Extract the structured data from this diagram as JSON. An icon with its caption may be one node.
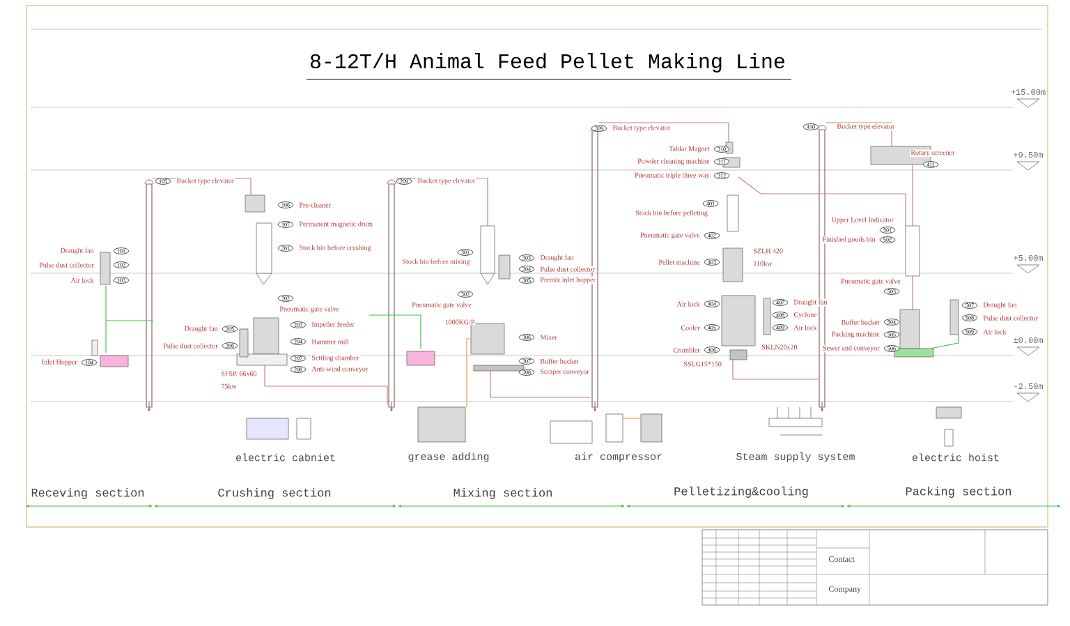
{
  "diagram": {
    "title": "8-12T/H Animal Feed Pellet Making Line",
    "labels": [
      "Draught fan",
      "101",
      "Pulse dust collector",
      "102",
      "Air lock",
      "103",
      "Inlet Hopper",
      "104",
      "105",
      "Bucket type elevator",
      "106",
      "Pre-cleaner",
      "107",
      "Permanent magnetic drum",
      "201",
      "Stock bin before crushing",
      "202",
      "Pneumatic gate valve",
      "203",
      "Impeller feeder",
      "Draught fan",
      "205",
      "204",
      "Hammer mill",
      "Pulse dust collector",
      "206",
      "207",
      "Settling chamber",
      "208",
      "Anti-wind conveyor",
      "SFSP. 66x60",
      "75kw",
      "209",
      "Bucket type elevator",
      "301",
      "Stock bin before mixing",
      "303",
      "Draught fan",
      "304",
      "Pulse dust collector",
      "305",
      "Premix inlet hopper",
      "302",
      "Pneumatic gate valve",
      "1000KG/P",
      "306",
      "Mixer",
      "307",
      "Buffer bucket",
      "308",
      "Scraper conveyor",
      "309",
      "Bucket type elevator",
      "Tablar Magnet",
      "310",
      "Powder cleaning machine",
      "311",
      "Pneumatic triple three way",
      "312",
      "401",
      "Stock bin before pelleting",
      "Pneumatic gate valve",
      "402",
      "SZLH 420",
      "Pellet machine",
      "403",
      "110kw",
      "Air lock",
      "404",
      "407",
      "Draught fan",
      "408",
      "Cyclone",
      "Cooler",
      "405",
      "409",
      "Air lock",
      "SKLN20x20",
      "Crumbler",
      "406",
      "SSLG15*150",
      "410",
      "Bucket type elevator",
      "Rotary screener",
      "411",
      "Upper Level Indicator",
      "501",
      "Finished goods bin",
      "502",
      "Pneumatic gate valve",
      "503",
      "507",
      "Draught fan",
      "Buffer bucket",
      "504",
      "508",
      "Pulse dust collector",
      "Packing machine",
      "505",
      "509",
      "Air lock",
      "Sewer and conveyor",
      "506",
      "+15.00m",
      "+9.50m",
      "+5.00m",
      "±0.00m",
      "-2.50m",
      "electric cabniet",
      "air compressor",
      "Steam supply system",
      "electric hoist",
      "Receving section",
      "Crushing section",
      "Mixing section",
      "Pelletizing&cooling",
      "Packing section",
      "Contact",
      "Company"
    ],
    "nodes": [
      {
        "text": [],
        "shape": "box"
      },
      {
        "text": [],
        "shape": "box",
        "beside": [
          "grease adding"
        ]
      }
    ],
    "edges": [
      {
        "from": 1,
        "to": 0,
        "arrow": "none",
        "color": "#e8a040"
      }
    ]
  }
}
